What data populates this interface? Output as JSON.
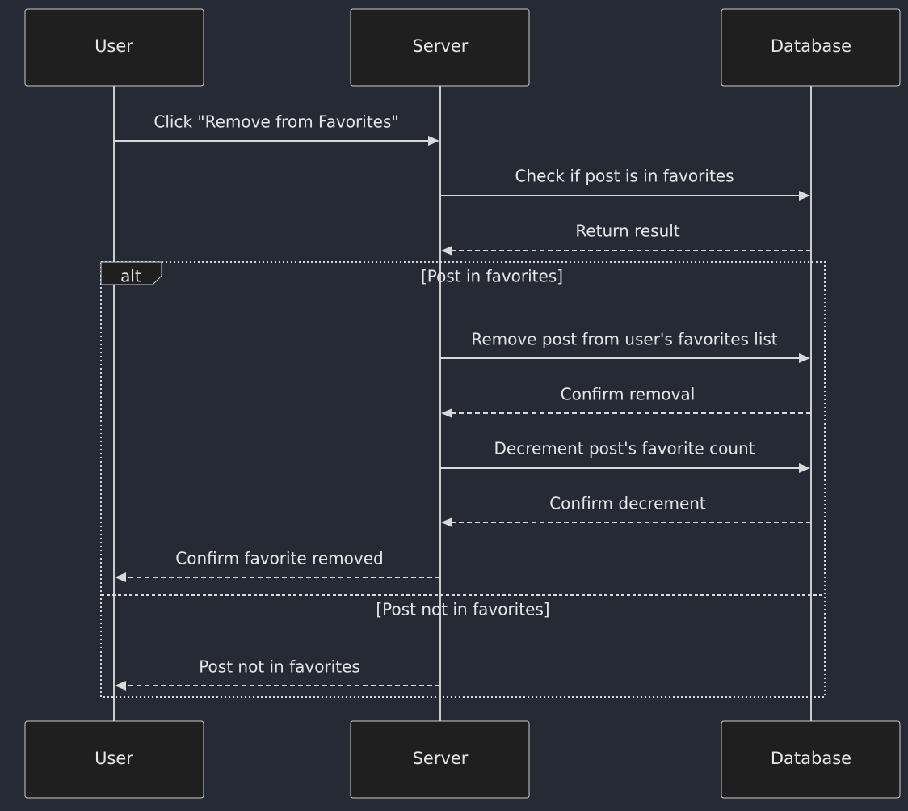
{
  "actors": [
    {
      "id": "user",
      "label": "User"
    },
    {
      "id": "server",
      "label": "Server"
    },
    {
      "id": "database",
      "label": "Database"
    }
  ],
  "messages": [
    {
      "from": "user",
      "to": "server",
      "label": "Click \"Remove from Favorites\"",
      "style": "solid"
    },
    {
      "from": "server",
      "to": "database",
      "label": "Check if post is in favorites",
      "style": "solid"
    },
    {
      "from": "database",
      "to": "server",
      "label": "Return result",
      "style": "dashed"
    },
    {
      "from": "server",
      "to": "database",
      "label": "Remove post from user's favorites list",
      "style": "solid"
    },
    {
      "from": "database",
      "to": "server",
      "label": "Confirm removal",
      "style": "dashed"
    },
    {
      "from": "server",
      "to": "database",
      "label": "Decrement post's favorite count",
      "style": "solid"
    },
    {
      "from": "database",
      "to": "server",
      "label": "Confirm decrement",
      "style": "dashed"
    },
    {
      "from": "server",
      "to": "user",
      "label": "Confirm favorite removed",
      "style": "dashed"
    },
    {
      "from": "server",
      "to": "user",
      "label": "Post not in favorites",
      "style": "dashed"
    }
  ],
  "alt_frame": {
    "label": "alt",
    "conditions": [
      "[Post in favorites]",
      "[Post not in favorites]"
    ]
  }
}
